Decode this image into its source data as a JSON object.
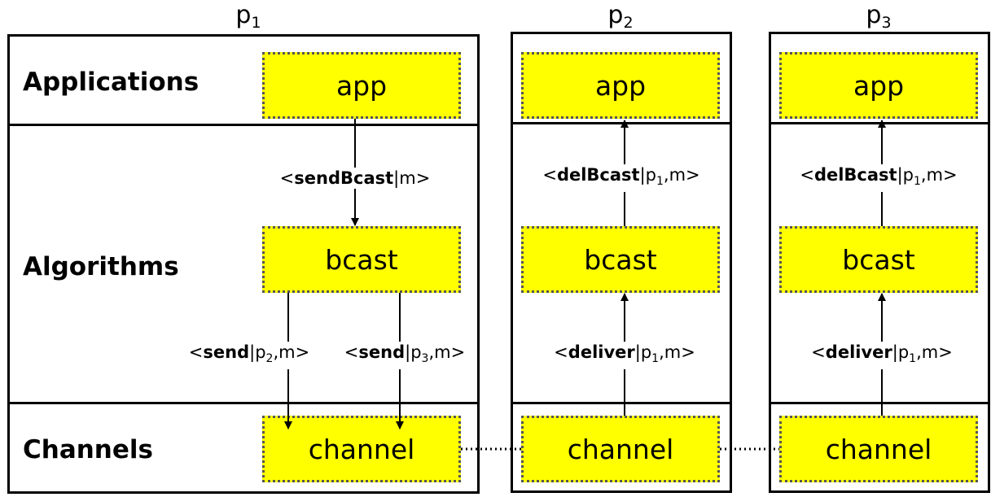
{
  "processes": [
    {
      "id": "p1",
      "base": "p",
      "sub": "1"
    },
    {
      "id": "p2",
      "base": "p",
      "sub": "2"
    },
    {
      "id": "p3",
      "base": "p",
      "sub": "3"
    }
  ],
  "layers": {
    "applications": "Applications",
    "algorithms": "Algorithms",
    "channels": "Channels"
  },
  "components": {
    "app": "app",
    "bcast": "bcast",
    "channel": "channel"
  },
  "events": {
    "sendBcast": {
      "open": "<",
      "name": "sendBcast",
      "rest": "|m>"
    },
    "send_p2": {
      "open": "<",
      "name": "send",
      "sep": "|p",
      "sub": "2",
      "rest": ",m>"
    },
    "send_p3": {
      "open": "<",
      "name": "send",
      "sep": "|p",
      "sub": "3",
      "rest": ",m>"
    },
    "delBcast": {
      "open": "<",
      "name": "delBcast",
      "sep": "|p",
      "sub": "1",
      "rest": ",m>"
    },
    "deliver": {
      "open": "<",
      "name": "deliver",
      "sep": "|p",
      "sub": "1",
      "rest": ",m>"
    }
  },
  "colors": {
    "component_fill": "#ffff00",
    "border": "#000000"
  }
}
